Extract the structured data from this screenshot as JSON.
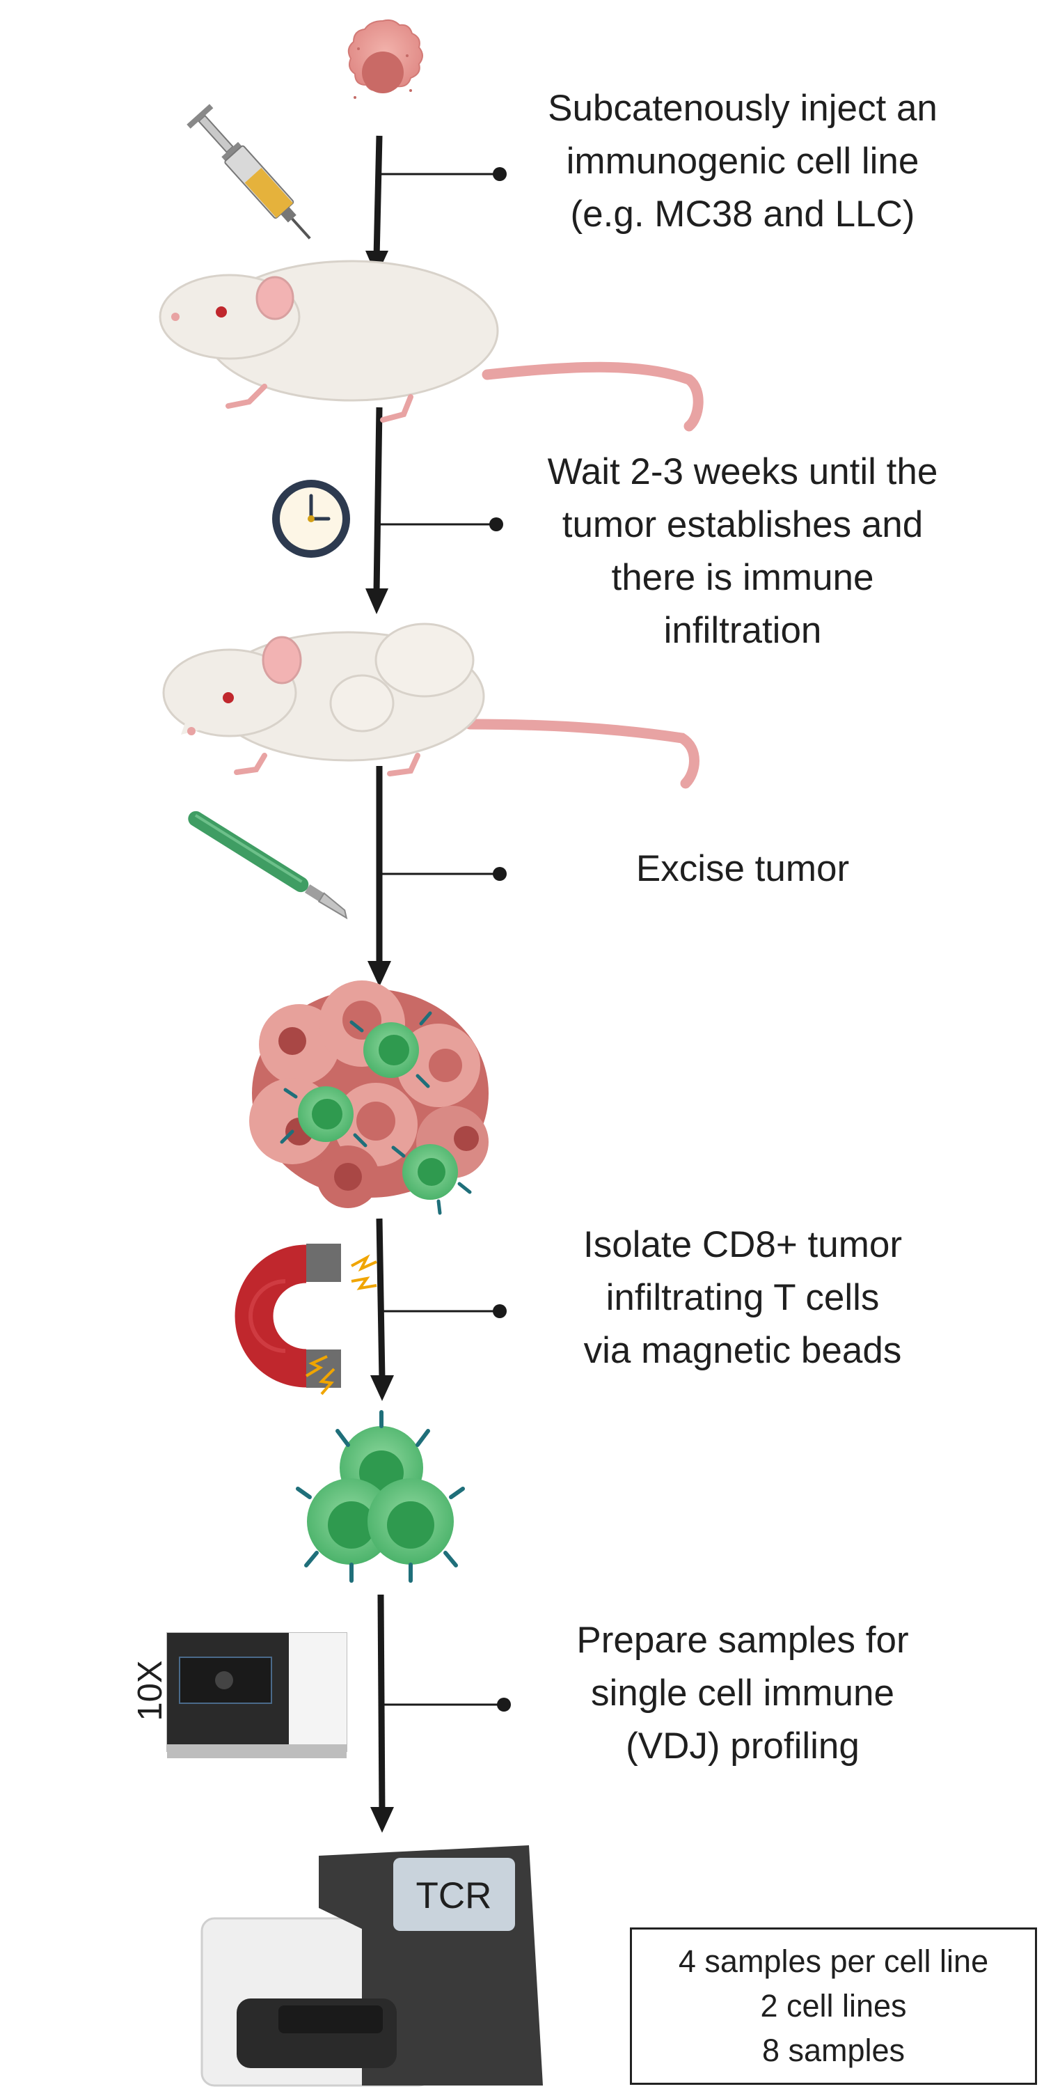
{
  "steps": [
    {
      "id": "inject",
      "lines": [
        "Subcatenously inject an",
        "immunogenic cell line",
        "(e.g. MC38 and LLC)"
      ]
    },
    {
      "id": "wait",
      "lines": [
        "Wait 2-3 weeks until the",
        "tumor establishes and",
        "there is immune",
        "infiltration"
      ]
    },
    {
      "id": "excise",
      "lines": [
        "Excise tumor"
      ]
    },
    {
      "id": "isolate",
      "lines": [
        "Isolate CD8+ tumor",
        "infiltrating T cells",
        "via magnetic beads"
      ]
    },
    {
      "id": "prepare",
      "lines": [
        "Prepare samples for",
        "single cell immune",
        "(VDJ) profiling"
      ]
    }
  ],
  "instrument_label": "10X",
  "sequencer_screen": "TCR",
  "summary": {
    "lines": [
      "4 samples per cell line",
      "2 cell lines",
      "8 samples"
    ]
  },
  "icons": [
    "tumor-cell-icon",
    "syringe-icon",
    "mouse-icon",
    "clock-icon",
    "mouse-with-tumor-icon",
    "scalpel-icon",
    "tumor-mass-icon",
    "magnet-icon",
    "t-cell-cluster-icon",
    "chromium-controller-icon",
    "sequencer-icon"
  ],
  "colors": {
    "tumor_cell": "#e08a86",
    "t_cell": "#4cb36b",
    "antibody": "#1f6f7a",
    "magnet_red": "#c0272d",
    "arrow": "#1a1a1a"
  }
}
